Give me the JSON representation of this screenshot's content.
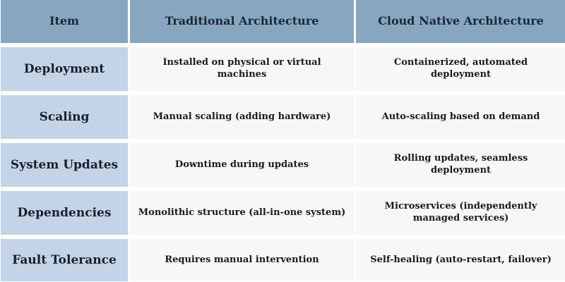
{
  "header": {
    "item": "Item",
    "traditional": "Traditional Architecture",
    "cloud": "Cloud Native Architecture"
  },
  "rows": [
    {
      "item": "Deployment",
      "traditional": "Installed on physical or virtual machines",
      "cloud": "Containerized, automated deployment"
    },
    {
      "item": "Scaling",
      "traditional": "Manual scaling (adding hardware)",
      "cloud": "Auto-scaling based on demand"
    },
    {
      "item": "System Updates",
      "traditional": "Downtime during updates",
      "cloud": "Rolling updates, seamless deployment"
    },
    {
      "item": "Dependencies",
      "traditional": "Monolithic structure (all-in-one system)",
      "cloud": "Microservices (independently managed services)"
    },
    {
      "item": "Fault Tolerance",
      "traditional": "Requires manual intervention",
      "cloud": "Self-healing (auto-restart, failover)"
    }
  ]
}
